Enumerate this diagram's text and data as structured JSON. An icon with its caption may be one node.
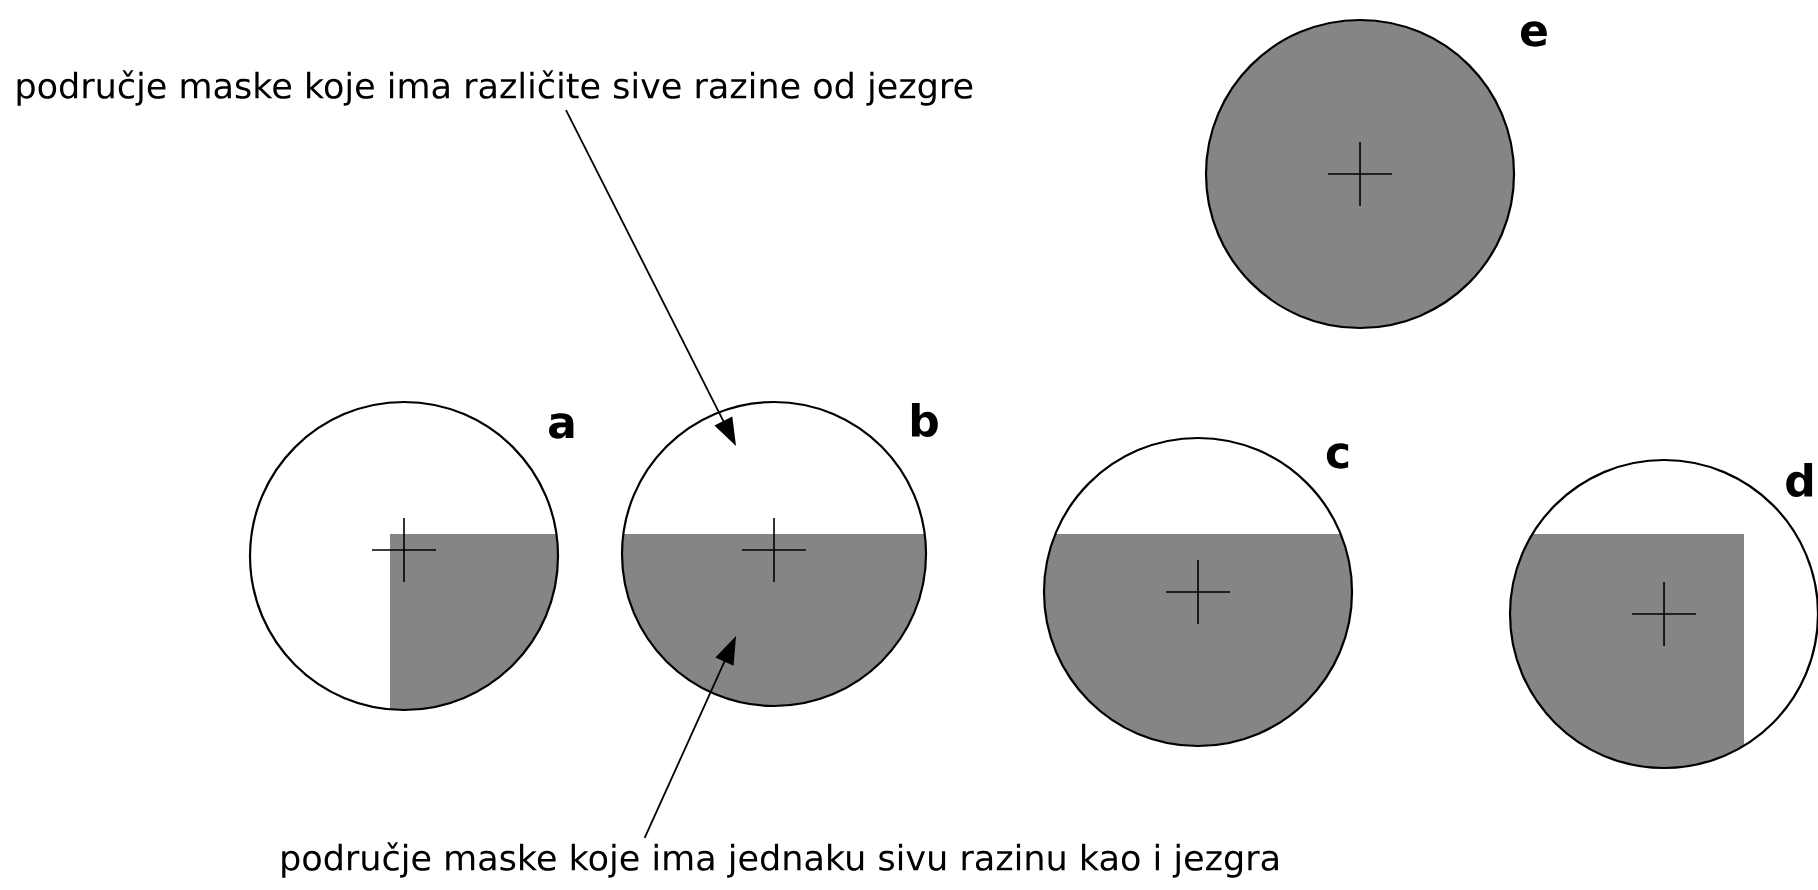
{
  "diagram": {
    "nodes": [
      {
        "text": [
          "područje maske koje ima različite sive razine od jezgre"
        ]
      },
      {
        "text": [],
        "shape": "circle",
        "beside": [
          "e"
        ]
      },
      {
        "text": [],
        "shape": "circle",
        "beside": [
          "a"
        ]
      },
      {
        "text": [],
        "shape": "circle",
        "beside": [
          "b"
        ]
      },
      {
        "text": [],
        "shape": "circle",
        "beside": [
          "c"
        ]
      },
      {
        "text": [],
        "shape": "circle",
        "beside": [
          "d"
        ]
      },
      {
        "text": [
          "područje maske koje ima jednaku sivu razinu kao i jezgra"
        ]
      }
    ],
    "edges": [
      {
        "from": 0,
        "to": 3,
        "arrow": "to"
      },
      {
        "from": 6,
        "to": 3,
        "arrow": "to"
      }
    ]
  }
}
